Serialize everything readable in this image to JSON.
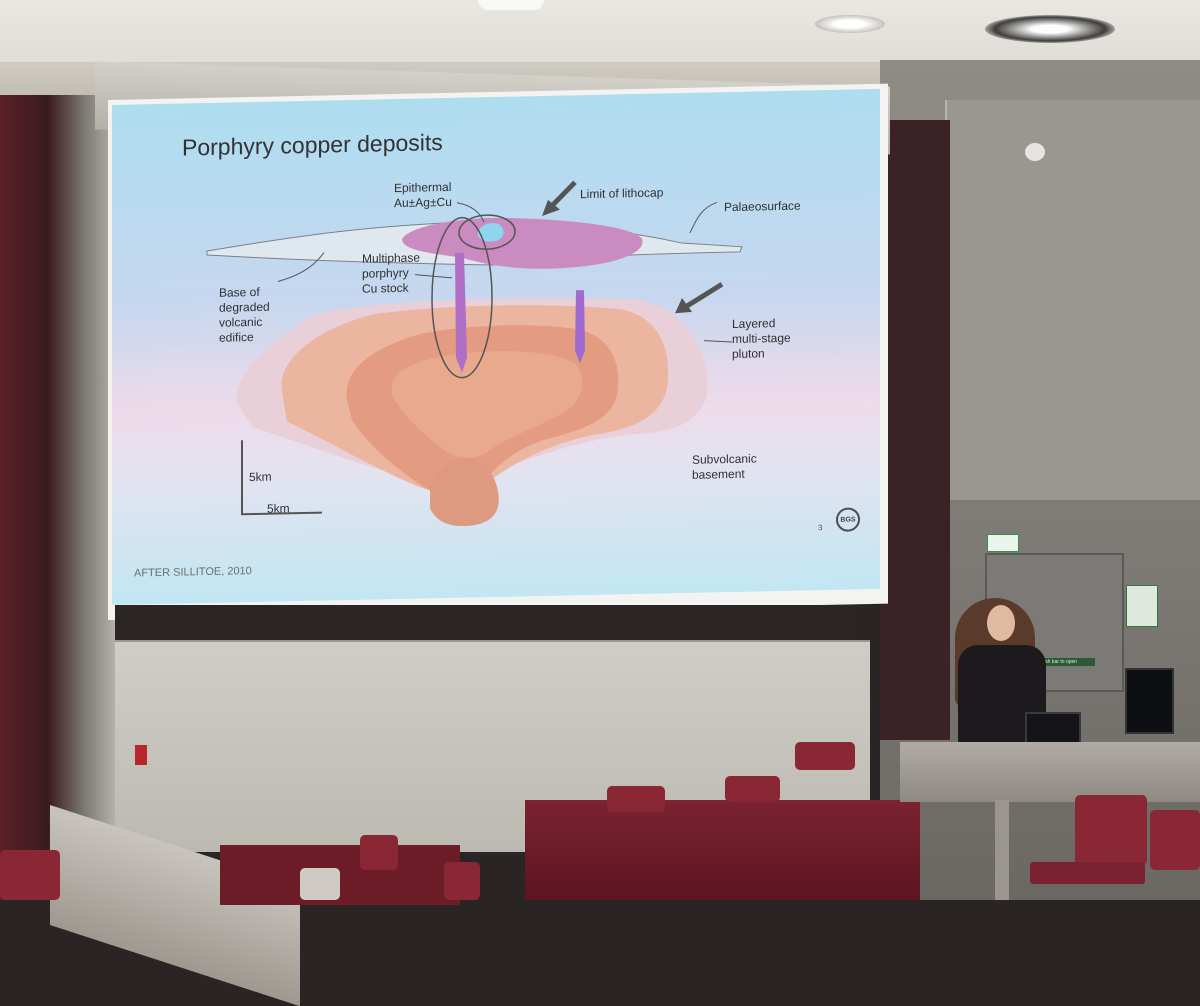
{
  "scene": {
    "description_type": "lecture hall photo with projected slide",
    "colors": {
      "slide_top": "#aeddf0",
      "slide_bottom": "#c2e6f3",
      "upholstery": "#8a2734"
    }
  },
  "slide": {
    "title": "Porphyry copper deposits",
    "credit": "AFTER SILLITOE, 2010",
    "page_number": "3",
    "logo_text": "BGS",
    "labels": {
      "epithermal": "Epithermal\nAu±Ag±Cu",
      "lithocap": "Limit of lithocap",
      "palaeosurface": "Palaeosurface",
      "base": "Base of\ndegraded\nvolcanic\nedifice",
      "stock": "Multiphase\nporphyry\nCu stock",
      "pluton": "Layered\nmulti-stage\npluton",
      "basement": "Subvolcanic\nbasement",
      "scale_vertical": "5km",
      "scale_horizontal": "5km"
    }
  },
  "room": {
    "door_sign": "Push bar to open"
  }
}
